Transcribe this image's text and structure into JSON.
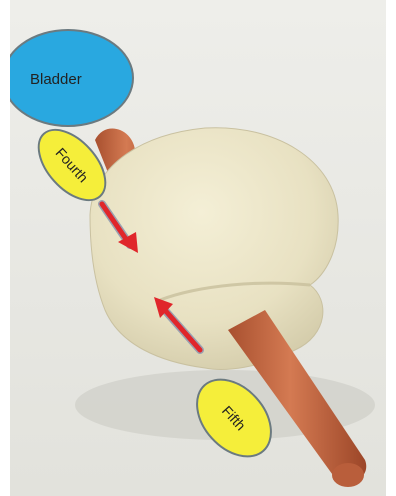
{
  "labels": {
    "bladder": "Bladder",
    "fourth": "Fourth",
    "fifth": "Fifth"
  },
  "colors": {
    "bladder_fill": "#29a8e0",
    "label_fill": "#f5ee3a",
    "arrow": "#e0262b",
    "arrow_edge": "#9aa0b0",
    "dough": "#ece6c8",
    "sausage": "#c86a45",
    "background": "#e9e9e4"
  }
}
